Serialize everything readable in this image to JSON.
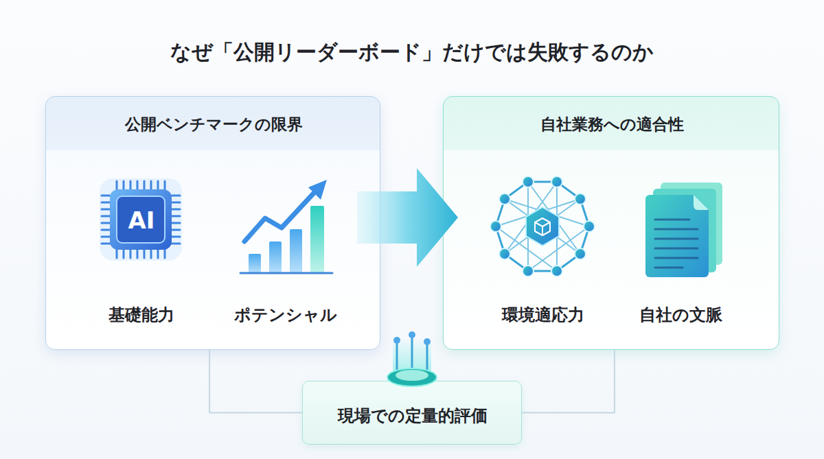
{
  "diagram": {
    "title": "なぜ「公開リーダーボード」だけでは失敗するのか",
    "nodes": [
      {
        "text": [
          "公開ベンチマークの限界"
        ]
      },
      {
        "text": [
          "AI",
          "基礎能力"
        ],
        "in": 0
      },
      {
        "text": [
          "ポテンシャル"
        ],
        "in": 0
      },
      {
        "text": [
          "自社業務への適合性"
        ]
      },
      {
        "text": [
          "環境適応力"
        ],
        "in": 3
      },
      {
        "text": [
          "自社の文脈"
        ],
        "in": 3
      },
      {
        "text": [
          "現場での定量的評価"
        ]
      }
    ],
    "edges": [
      {
        "from": 0,
        "to": 3,
        "arrow": "to"
      },
      {
        "from": 6,
        "to": 0,
        "arrow": "none"
      },
      {
        "from": 6,
        "to": 3,
        "arrow": "none"
      }
    ]
  }
}
